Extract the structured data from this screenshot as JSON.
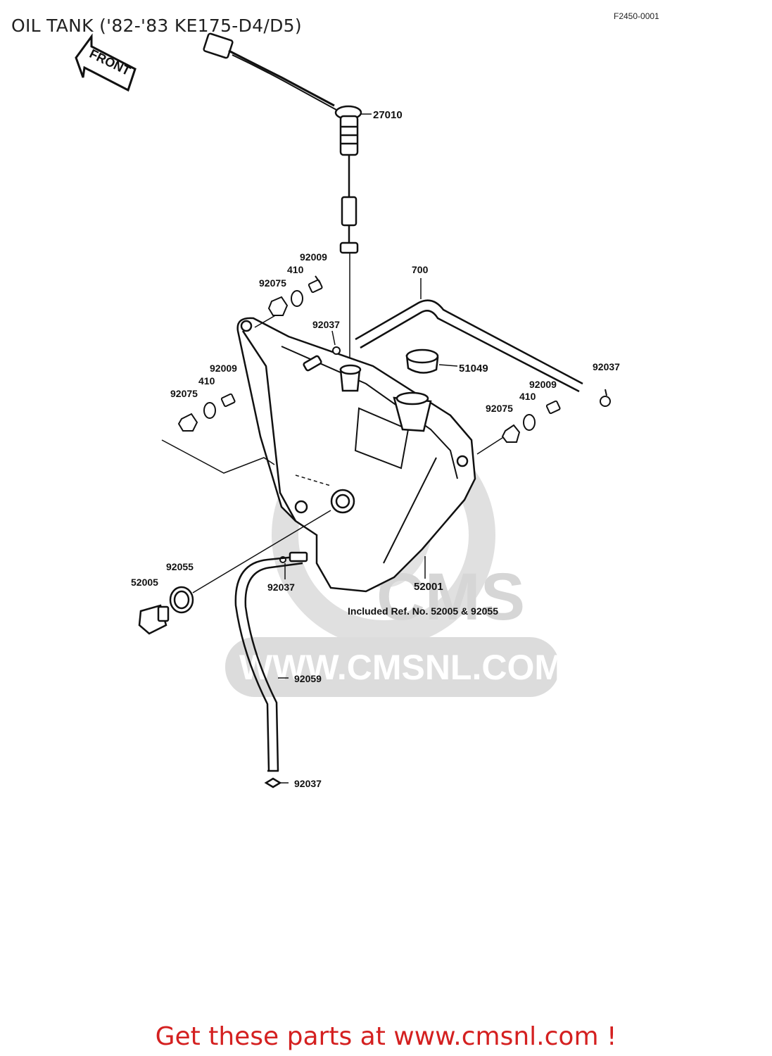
{
  "header": {
    "title": "OIL TANK ('82-'83 KE175-D4/D5)",
    "diagram_code": "F2450-0001"
  },
  "front_arrow": {
    "label": "FRONT"
  },
  "watermark": {
    "text": "WWW.CMSNL.COM",
    "logo_text": "CMS"
  },
  "parts": {
    "p27010": "27010",
    "p92009_a": "92009",
    "p410_a": "410",
    "p92075_a": "92075",
    "p700": "700",
    "p92037_a": "92037",
    "p51049": "51049",
    "p92037_b": "92037",
    "p92009_b": "92009",
    "p410_b": "410",
    "p92075_b": "92075",
    "p92009_c": "92009",
    "p410_c": "410",
    "p92075_c": "92075",
    "p92055": "92055",
    "p52005": "52005",
    "p92037_c": "92037",
    "p52001": "52001",
    "p92059": "92059",
    "p92037_d": "92037"
  },
  "note": "Included Ref. No. 52005 & 92055",
  "footer": {
    "cta": "Get these parts at www.cmsnl.com !"
  },
  "colors": {
    "cta": "#d42020",
    "watermark": "#d8d8d8",
    "line": "#111111"
  }
}
